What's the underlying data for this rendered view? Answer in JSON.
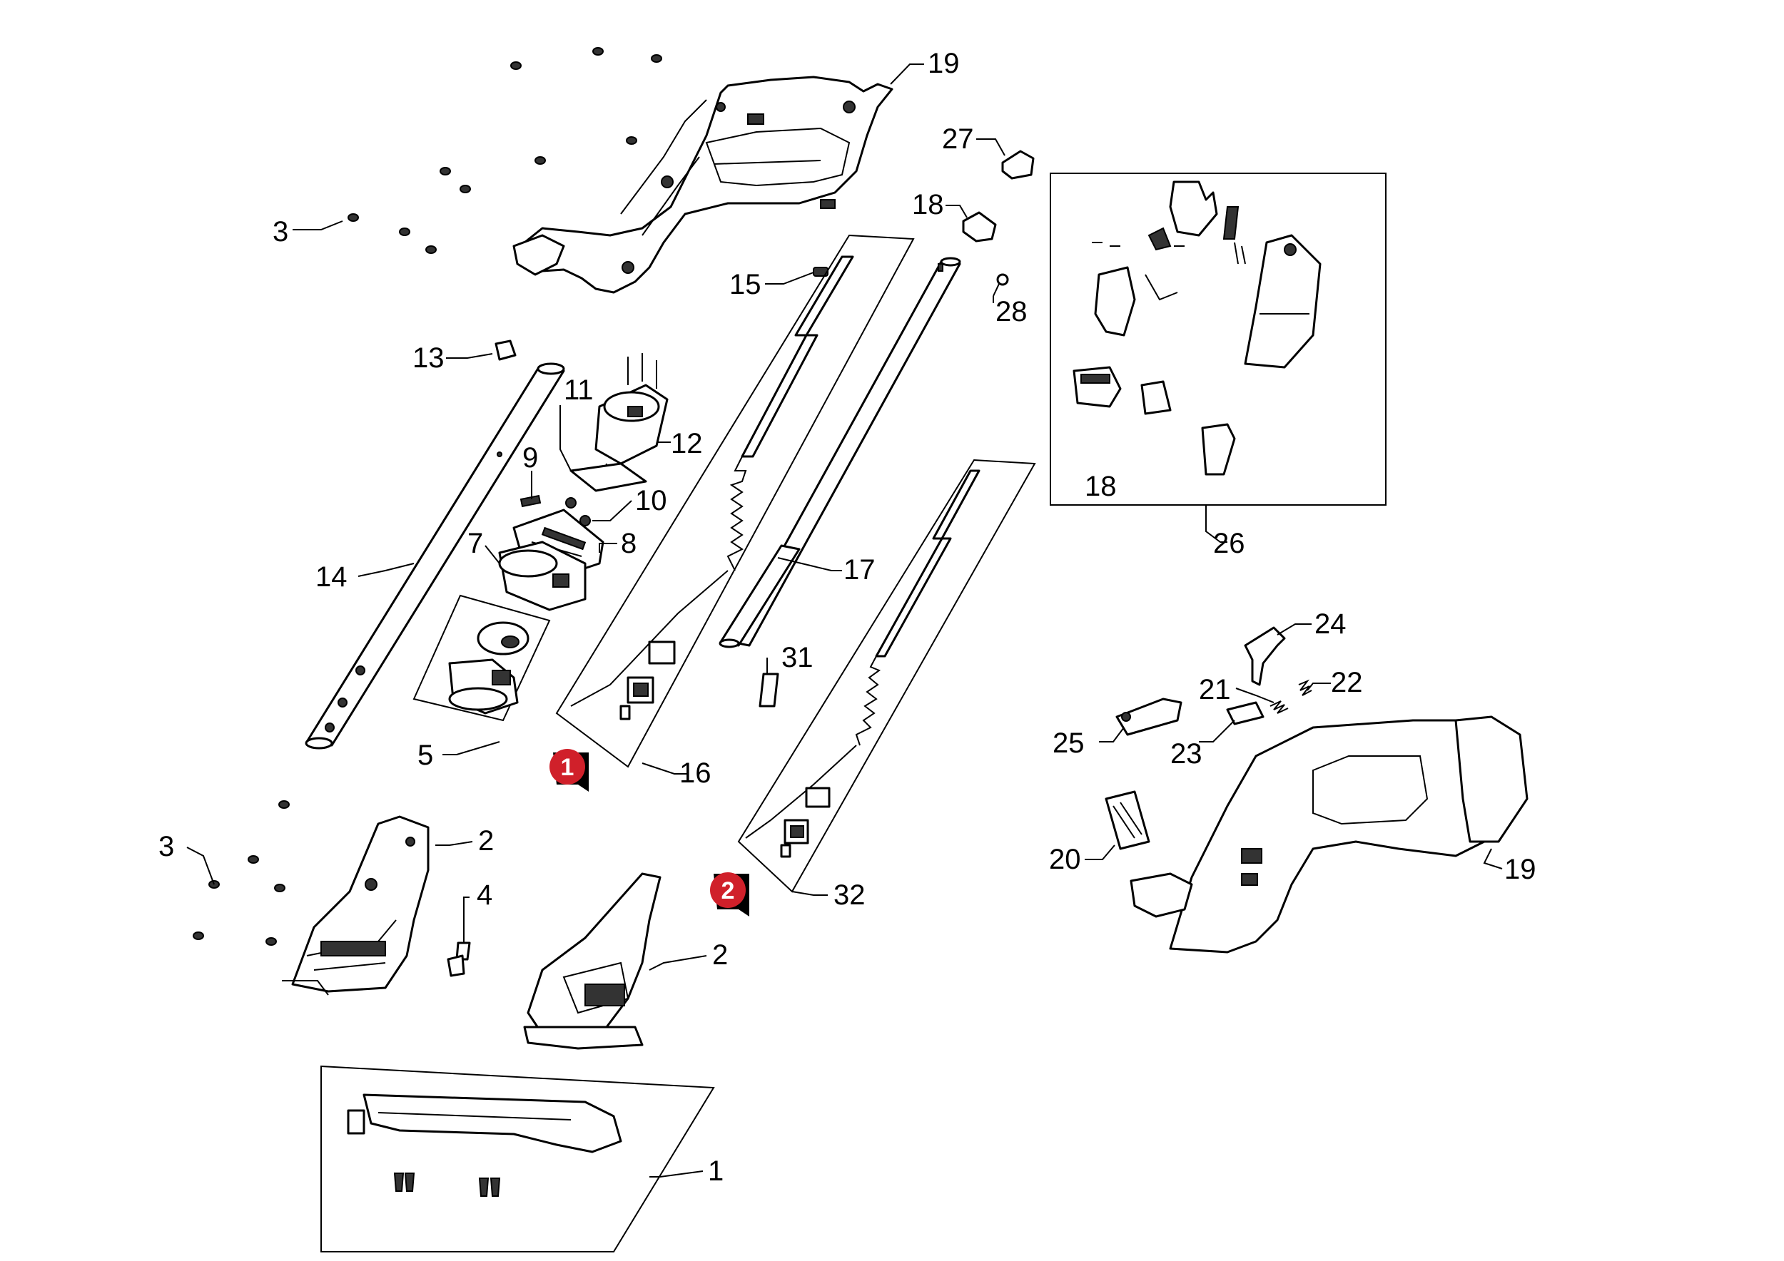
{
  "diagram": {
    "labels": {
      "l19a": "19",
      "l27": "27",
      "l18a": "18",
      "l3a": "3",
      "l15": "15",
      "l28": "28",
      "l13": "13",
      "l11": "11",
      "l12": "12",
      "l9": "9",
      "l10": "10",
      "l7": "7",
      "l8": "8",
      "l14": "14",
      "l17": "17",
      "l18b": "18",
      "l26": "26",
      "l31": "31",
      "l24": "24",
      "l21": "21",
      "l22": "22",
      "l25": "25",
      "l23": "23",
      "l5": "5",
      "l16": "16",
      "l19b": "19",
      "l20": "20",
      "l3b": "3",
      "l2a": "2",
      "l4": "4",
      "l32": "32",
      "l2b": "2",
      "l1": "1"
    },
    "badges": {
      "b1": "1",
      "b2": "2"
    },
    "colors": {
      "line": "#000000",
      "badge": "#d0202a"
    }
  }
}
